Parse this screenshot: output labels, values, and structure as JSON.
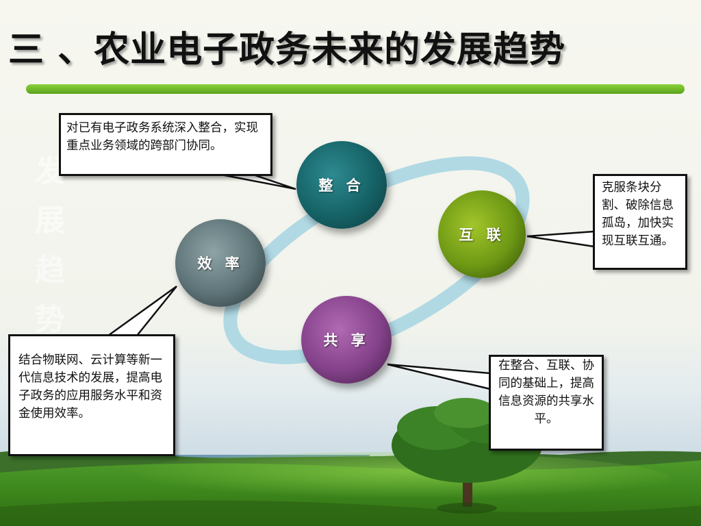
{
  "slide": {
    "title": "三 、农业电子政务未来的发展趋势",
    "watermark_chars": [
      "发",
      "展",
      "趋",
      "势"
    ]
  },
  "nodes": [
    {
      "id": "zhenghe",
      "label": "整 合",
      "color": "#17767a"
    },
    {
      "id": "hulian",
      "label": "互 联",
      "color": "#5e8a10"
    },
    {
      "id": "xiaolv",
      "label": "效 率",
      "color": "#5a6f74"
    },
    {
      "id": "gongxiang",
      "label": "共 享",
      "color": "#863a8a"
    }
  ],
  "callouts": {
    "zhenghe": "对已有电子政务系统深入整合，实现重点业务领域的跨部门协同。",
    "hulian": "克服条块分割、破除信息孤岛，加快实现互联互通。",
    "xiaolv": "结合物联网、云计算等新一代信息技术的发展，提高电子政务的应用服务水平和资金使用效率。",
    "gongxiang": "在整合、互联、协同的基础上，提高信息资源的共享水平。"
  },
  "colors": {
    "accent_green": "#6cb82a",
    "ring": "#a9d6e2"
  }
}
